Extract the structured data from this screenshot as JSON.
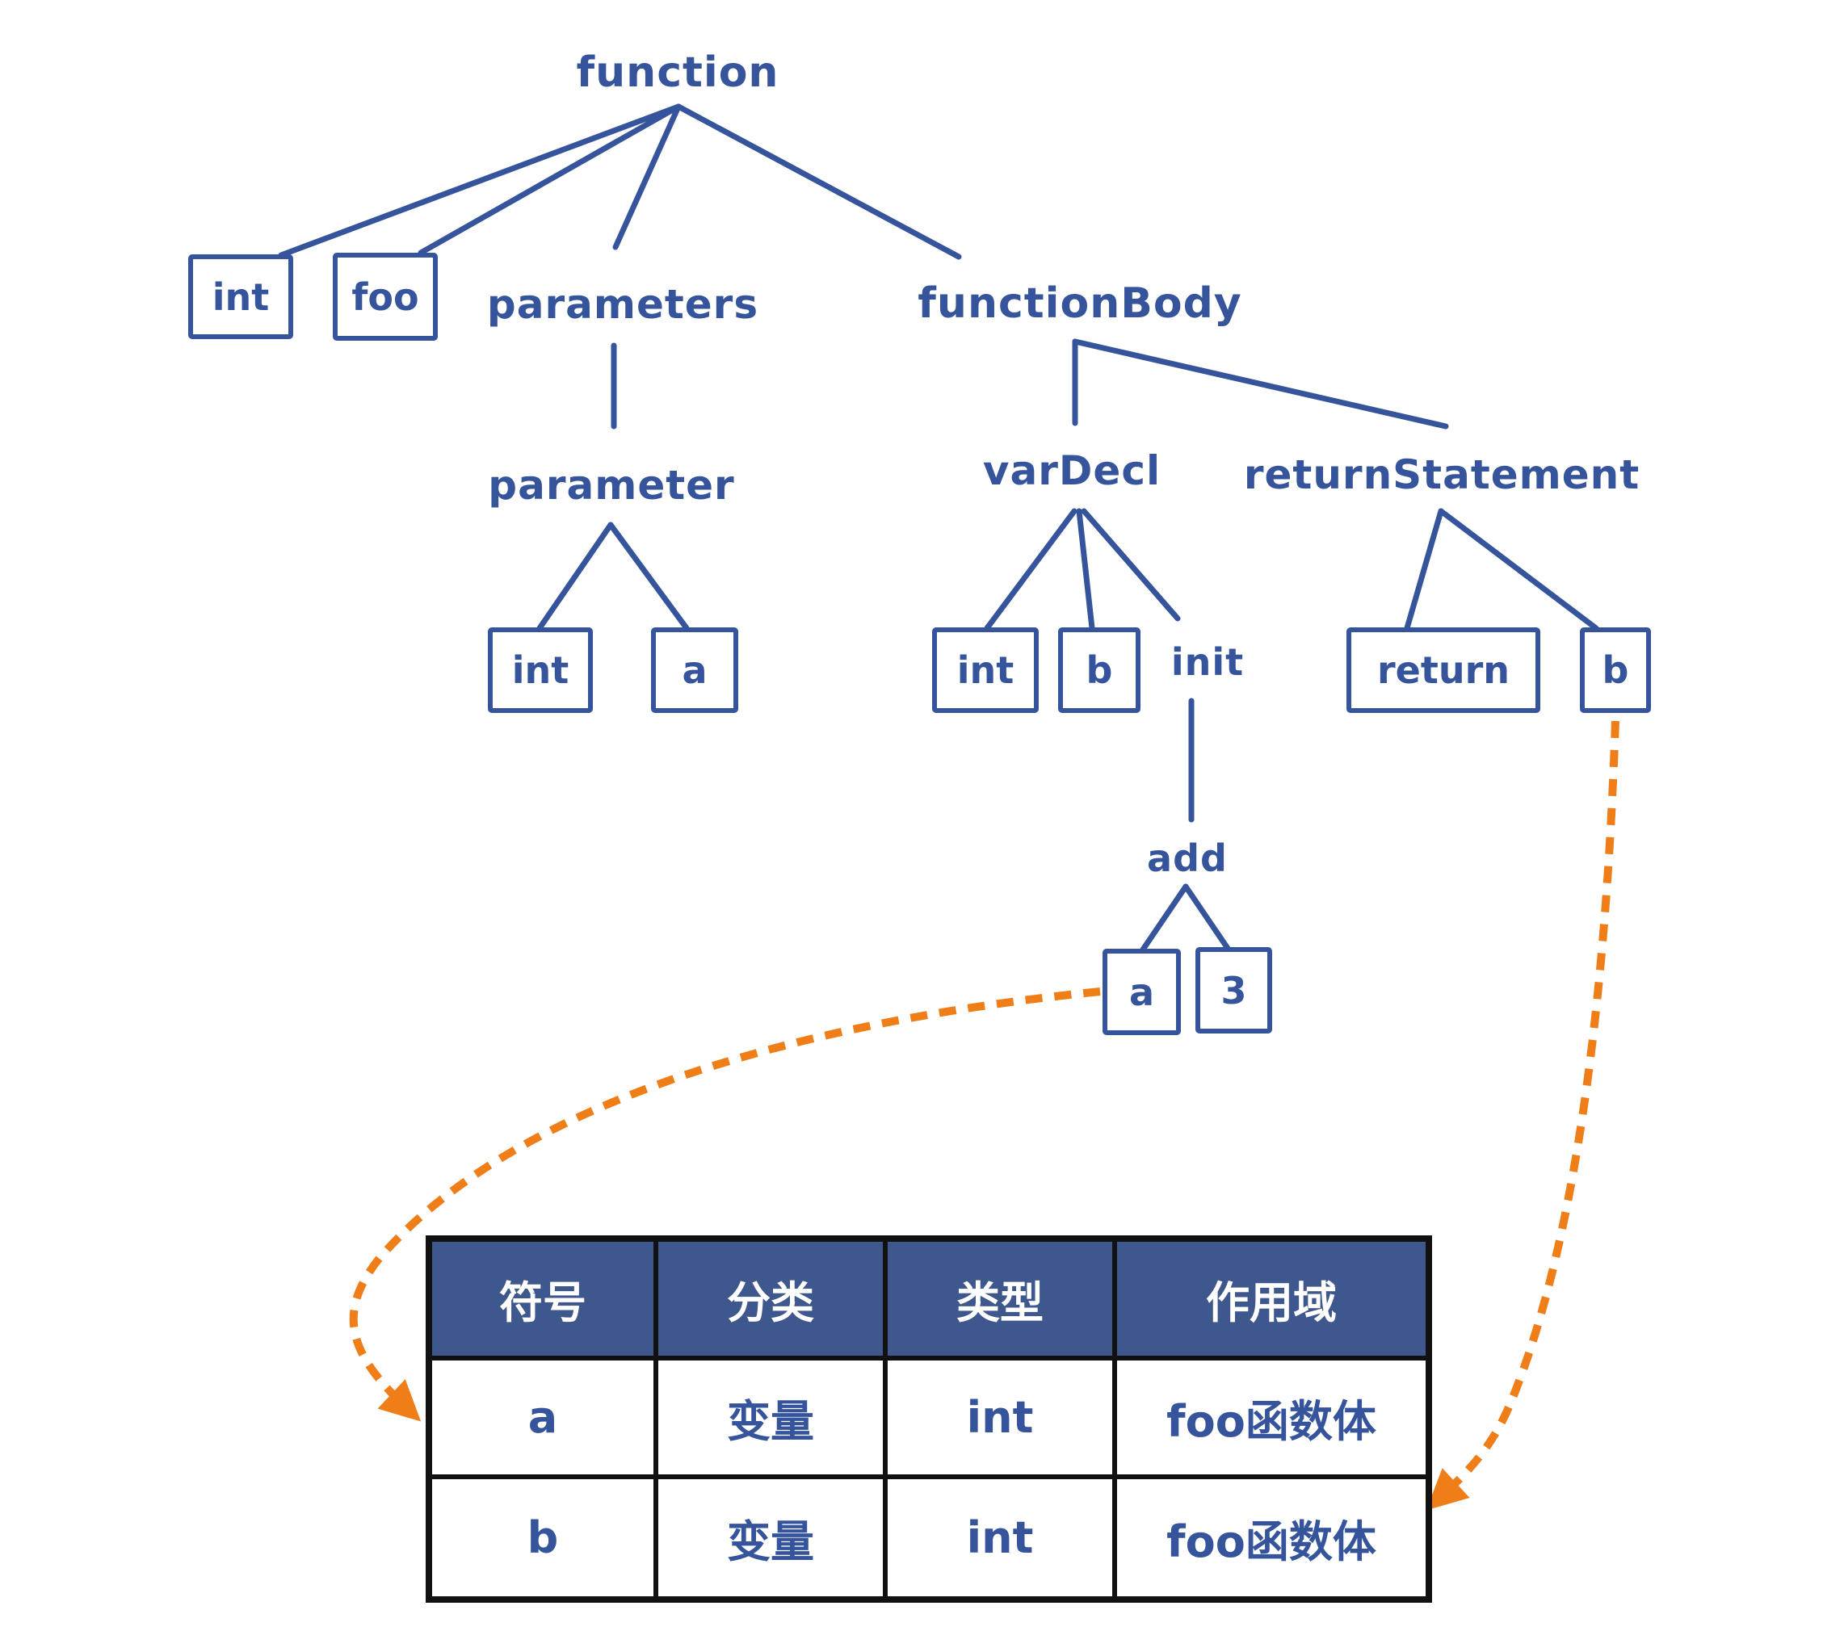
{
  "diagram": {
    "labels": {
      "function": "function",
      "root_type_int": "int",
      "func_name_foo": "foo",
      "parameters": "parameters",
      "function_body": "functionBody",
      "parameter": "parameter",
      "parameter_type_int": "int",
      "parameter_name_a": "a",
      "var_decl": "varDecl",
      "var_type_int": "int",
      "var_name_b": "b",
      "init": "init",
      "add": "add",
      "operand_a": "a",
      "operand_3": "3",
      "return_statement": "returnStatement",
      "return_keyword": "return",
      "return_value_b": "b"
    }
  },
  "symbol_table": {
    "headers": [
      "符号",
      "分类",
      "类型",
      "作用域"
    ],
    "rows": [
      [
        "a",
        "变量",
        "int",
        "foo函数体"
      ],
      [
        "b",
        "变量",
        "int",
        "foo函数体"
      ]
    ]
  },
  "colors": {
    "tree_blue": "#35549B",
    "table_header_bg": "#3E578C",
    "table_border": "#111111",
    "arrow_orange": "#F07E18"
  }
}
